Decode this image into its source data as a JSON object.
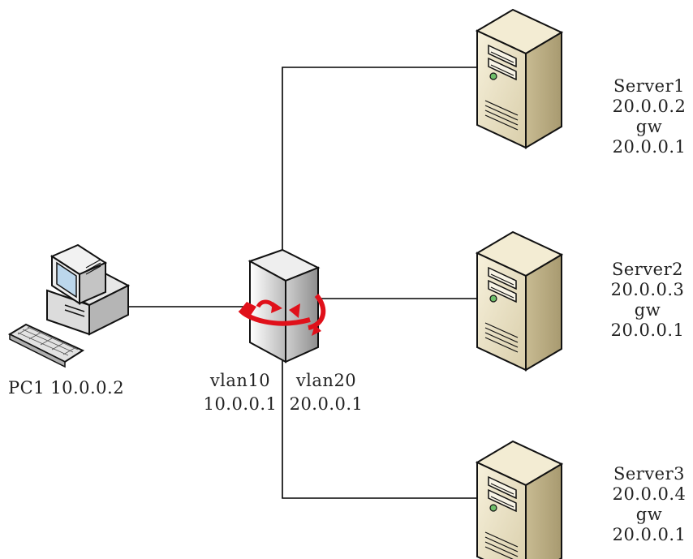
{
  "pc": {
    "label": "PC1 10.0.0.2"
  },
  "switch": {
    "vlan10": {
      "name": "vlan10",
      "ip": "10.0.0.1"
    },
    "vlan20": {
      "name": "vlan20",
      "ip": "20.0.0.1"
    }
  },
  "servers": [
    {
      "name": "Server1",
      "ip": "20.0.0.2",
      "gw_label": "gw",
      "gw": "20.0.0.1"
    },
    {
      "name": "Server2",
      "ip": "20.0.0.3",
      "gw_label": "gw",
      "gw": "20.0.0.1"
    },
    {
      "name": "Server3",
      "ip": "20.0.0.4",
      "gw_label": "gw",
      "gw": "20.0.0.1"
    }
  ],
  "colors": {
    "line": "#000000",
    "server_body": "#efe6c8",
    "arrow": "#e0101a"
  },
  "icons": {
    "pc": "desktop-computer-icon",
    "switch": "layer3-switch-icon",
    "server": "tower-server-icon"
  }
}
